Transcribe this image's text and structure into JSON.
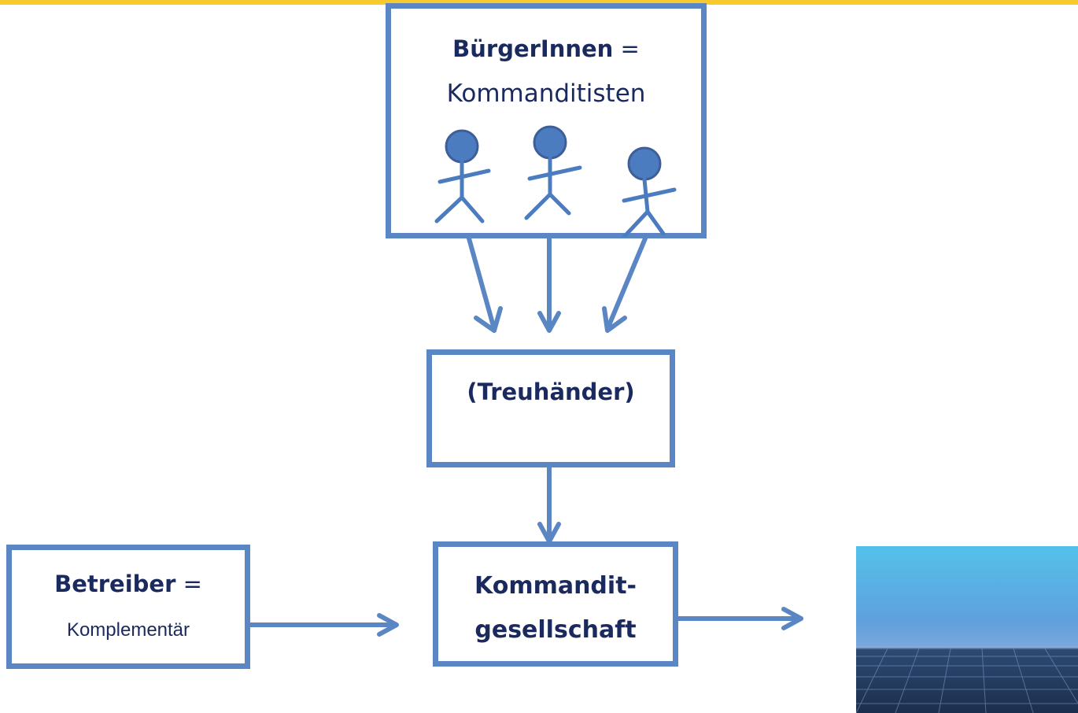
{
  "citizens_box": {
    "title": "BürgerInnen",
    "equals": " =",
    "subtitle": "Kommanditisten"
  },
  "trustee_box": {
    "label": "(Treuhänder)"
  },
  "kg_box": {
    "line1": "Kommandit-",
    "line2": "gesellschaft"
  },
  "operator_box": {
    "title": "Betreiber",
    "equals": " =",
    "subtitle": "Komplementär"
  },
  "icons": [
    "stick-figure-icon",
    "arrow-icon",
    "solar-panel-image"
  ],
  "colors": {
    "accent_bar": "#f8c92c",
    "box_border": "#5b86c4",
    "figure_fill": "#4c7cc0",
    "text": "#1b2a5e"
  }
}
